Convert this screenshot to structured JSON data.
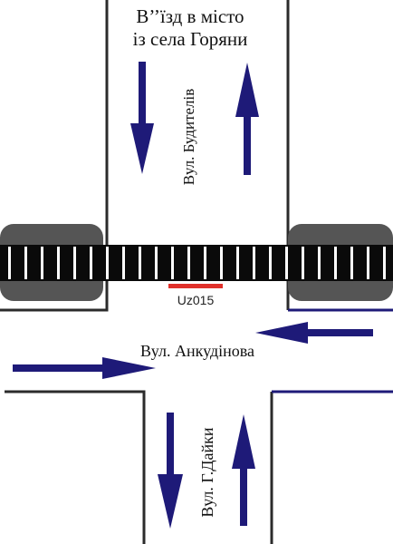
{
  "entry_label": {
    "line1": "В’’їзд в місто",
    "line2": "із села Горяни"
  },
  "streets": {
    "buditeliv": "Вул. Будителів",
    "ankudinova": "Вул. Анкудінова",
    "dayky": "Вул. Г.Дайки"
  },
  "crossing_code": "Uz015",
  "colors": {
    "arrow": "#1e1a78",
    "road_edge": "#2b2b2b",
    "road_edge_blue": "#1e1a78",
    "rail_block": "#555555",
    "track": "#0a0a0a",
    "sleeper": "#ffffff",
    "crossing_mark": "#e0302a"
  },
  "icons": {
    "arrows": [
      "arrow-down-icon",
      "arrow-up-icon",
      "arrow-left-icon",
      "arrow-right-icon"
    ]
  }
}
